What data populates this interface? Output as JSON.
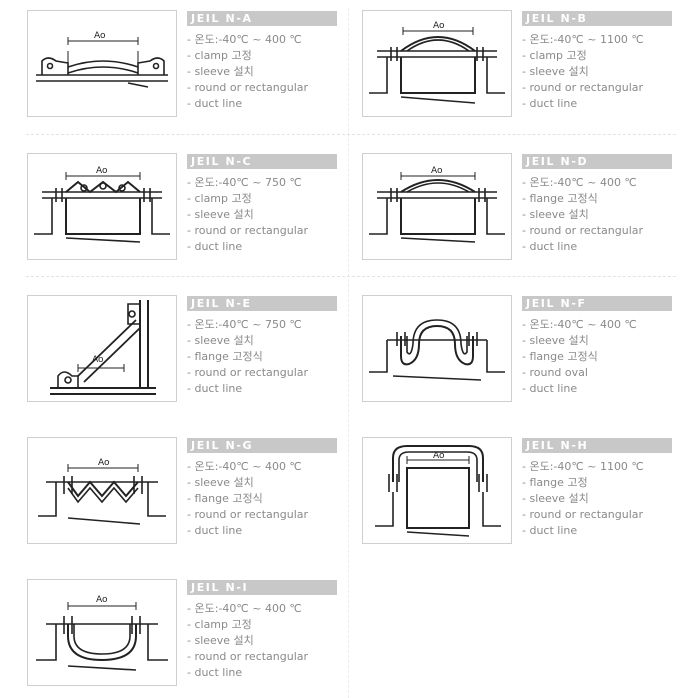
{
  "products": [
    {
      "title": "JEIL N-A",
      "icon": "clamp-type-joint-diagram",
      "dimension_label": "Ao",
      "specs": [
        "- 온도:-40℃ ~ 400 ℃",
        "- clamp 고정",
        "- sleeve 설치",
        "- round or rectangular",
        "- duct line"
      ]
    },
    {
      "title": "JEIL N-B",
      "icon": "arched-clamp-joint-diagram",
      "dimension_label": "Ao",
      "specs": [
        "- 온도:-40℃ ~ 1100 ℃",
        "- clamp 고정",
        "- sleeve 설치",
        "- round or rectangular",
        "- duct line"
      ]
    },
    {
      "title": "JEIL N-C",
      "icon": "convoluted-clamp-joint-diagram",
      "dimension_label": "Ao",
      "specs": [
        "- 온도:-40℃ ~ 750 ℃",
        "- clamp 고정",
        "- sleeve 설치",
        "- round or rectangular",
        "- duct line"
      ]
    },
    {
      "title": "JEIL N-D",
      "icon": "flange-arched-joint-diagram",
      "dimension_label": "Ao",
      "specs": [
        "- 온도:-40℃ ~ 400 ℃",
        "- flange 고정식",
        "- sleeve 설치",
        "- round or rectangular",
        "- duct line"
      ]
    },
    {
      "title": "JEIL N-E",
      "icon": "corner-flange-joint-diagram",
      "dimension_label": "Ao",
      "specs": [
        "- 온도:-40℃ ~ 750 ℃",
        "- sleeve 설치",
        "- flange 고정식",
        "- round or rectangular",
        "- duct line"
      ]
    },
    {
      "title": "JEIL N-F",
      "icon": "oval-convolution-joint-diagram",
      "dimension_label": "",
      "specs": [
        "- 온도:-40℃ ~ 400 ℃",
        "- sleeve 설치",
        "- flange 고정식",
        "- round oval",
        "- duct line"
      ]
    },
    {
      "title": "JEIL N-G",
      "icon": "multi-convolution-flange-joint-diagram",
      "dimension_label": "Ao",
      "specs": [
        "- 온도:-40℃ ~ 400 ℃",
        "- sleeve 설치",
        "- flange 고정식",
        "- round or rectangular",
        "- duct line"
      ]
    },
    {
      "title": "JEIL N-H",
      "icon": "high-arch-flange-joint-diagram",
      "dimension_label": "Ao",
      "specs": [
        "- 온도:-40℃ ~ 1100 ℃",
        "- flange 고정",
        "- sleeve 설치",
        "- round or rectangular",
        "- duct line"
      ]
    },
    {
      "title": "JEIL N-I",
      "icon": "u-shaped-clamp-joint-diagram",
      "dimension_label": "Ao",
      "specs": [
        "- 온도:-40℃ ~ 400 ℃",
        "- clamp 고정",
        "- sleeve 설치",
        "- round or rectangular",
        "- duct line"
      ]
    }
  ]
}
